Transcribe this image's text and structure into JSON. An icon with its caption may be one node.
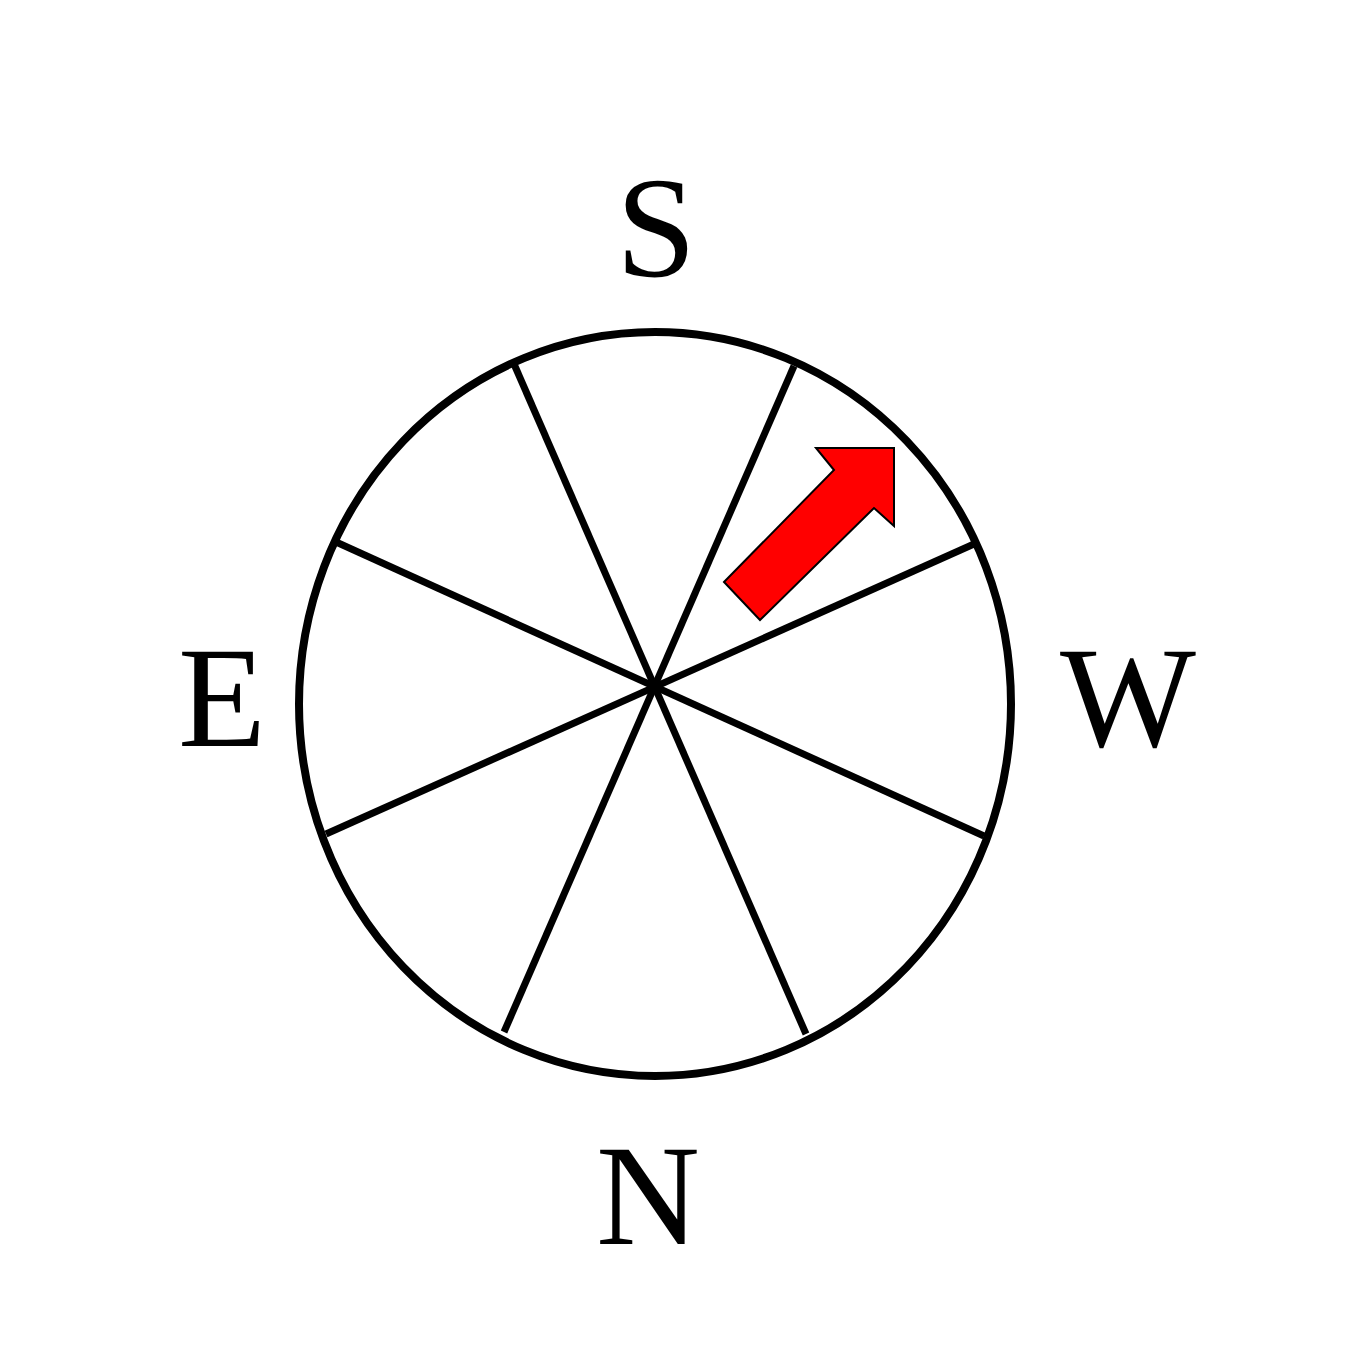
{
  "diagram": {
    "labels": [
      "S",
      "E",
      "W",
      "N"
    ]
  }
}
